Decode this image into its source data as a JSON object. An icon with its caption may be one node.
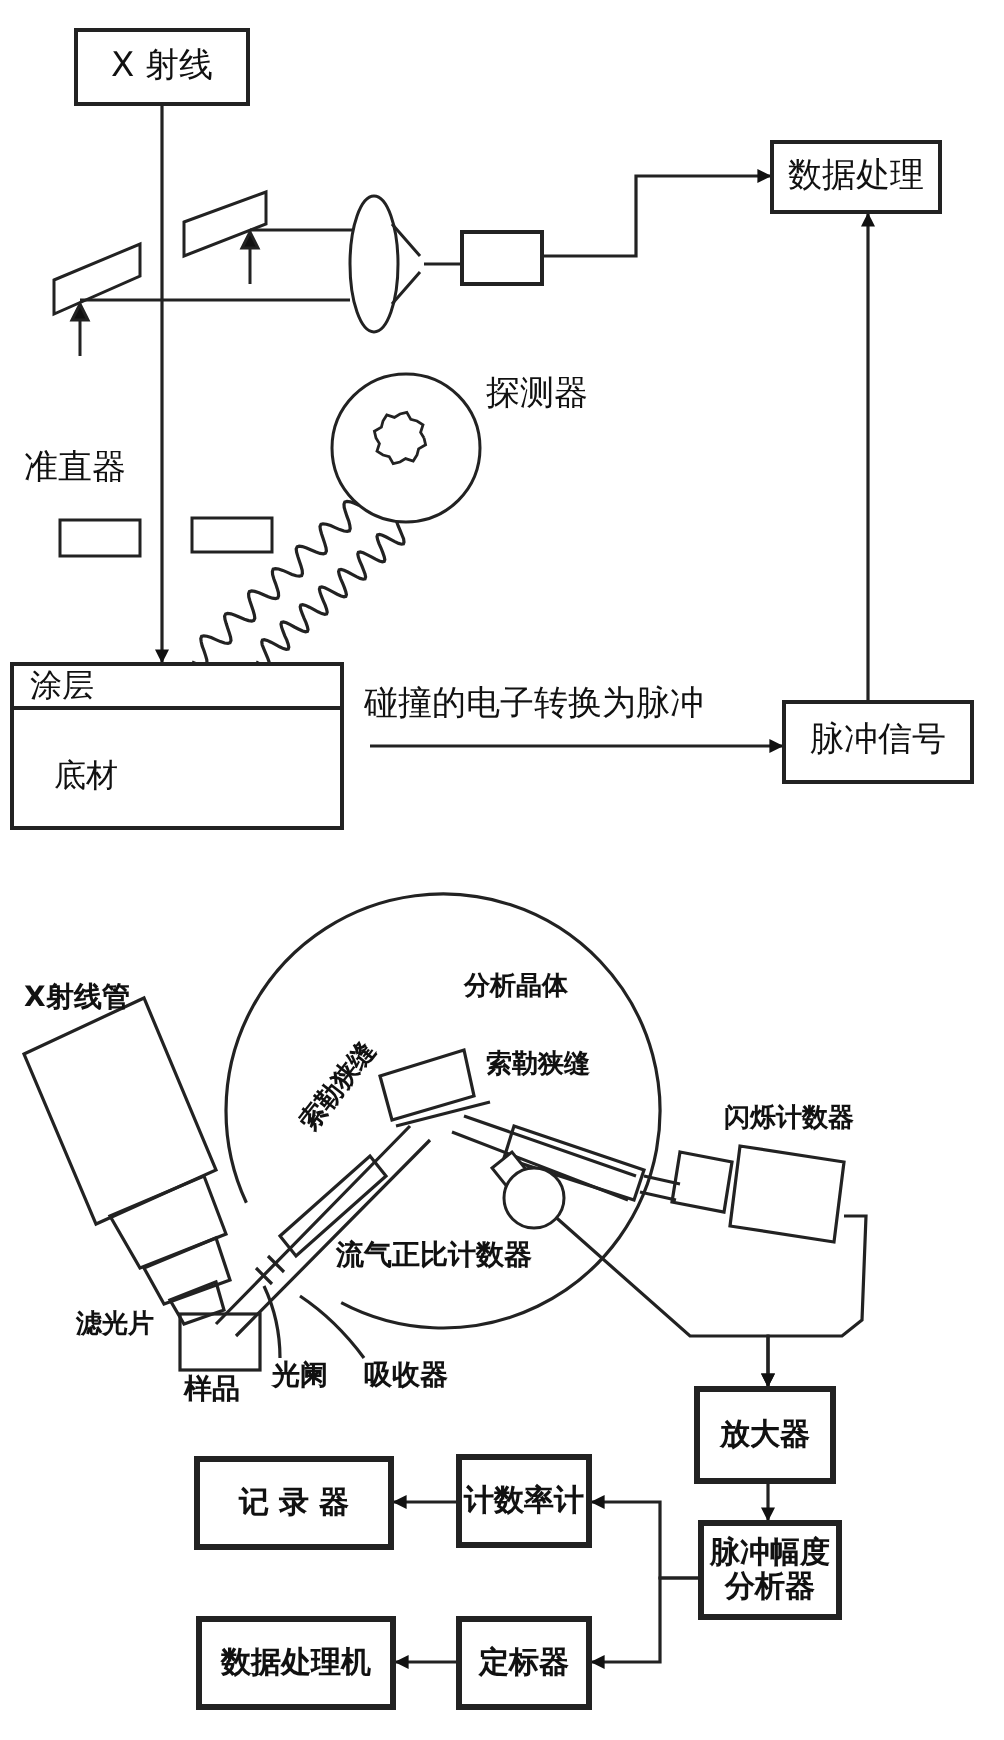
{
  "diagram": {
    "nodes": [
      {
        "text": [
          "X 射线"
        ]
      },
      {
        "text": [
          "数据处理"
        ]
      },
      {
        "text": [],
        "shape": "ellipse"
      },
      {
        "text": [],
        "shape": "box"
      },
      {
        "text": [
          "探测器"
        ]
      },
      {
        "text": [
          "涂层",
          "底材"
        ]
      },
      {
        "text": [
          "脉冲信号"
        ]
      },
      {
        "text": [
          "闪烁计数器"
        ]
      },
      {
        "text": [],
        "shape": "circle"
      },
      {
        "text": [
          "光阑"
        ]
      },
      {
        "text": [
          "吸收器"
        ]
      },
      {
        "text": [
          "放大器"
        ]
      },
      {
        "text": [
          "记 录 器"
        ]
      },
      {
        "text": [
          "计数率计"
        ]
      },
      {
        "text": [
          "脉冲幅度分析器"
        ]
      },
      {
        "text": [
          "数据处理机"
        ]
      },
      {
        "text": [
          "定标器"
        ]
      }
    ],
    "edges": [
      {
        "from": 0,
        "to": 5,
        "arrow": "to"
      },
      {
        "from": 2,
        "to": 3,
        "arrow": "none"
      },
      {
        "from": 3,
        "to": 1,
        "arrow": "to"
      },
      {
        "from": 5,
        "to": 4,
        "arrow": "none"
      },
      {
        "from": 5,
        "to": 4,
        "arrow": "none"
      },
      {
        "from": null,
        "to": 6,
        "arrow": "to",
        "label": "碰撞的电子转换为脉冲"
      },
      {
        "from": 6,
        "to": 1,
        "arrow": "to"
      },
      {
        "from": 7,
        "to": 11,
        "arrow": "to"
      },
      {
        "from": 8,
        "to": 11,
        "arrow": "to"
      },
      {
        "from": 9,
        "to": null,
        "arrow": "none"
      },
      {
        "from": 10,
        "to": null,
        "arrow": "none"
      },
      {
        "from": 11,
        "to": 14,
        "arrow": "to"
      },
      {
        "from": 14,
        "to": 13,
        "arrow": "to"
      },
      {
        "from": 14,
        "to": 16,
        "arrow": "to"
      },
      {
        "from": 13,
        "to": 12,
        "arrow": "to"
      },
      {
        "from": 16,
        "to": 15,
        "arrow": "to"
      }
    ],
    "labels": [
      "准直器",
      "X射线管",
      "分析晶体",
      "索勒狭缝",
      "索勒狭缝",
      "流气正比计数器",
      "滤光片",
      "样品"
    ]
  }
}
